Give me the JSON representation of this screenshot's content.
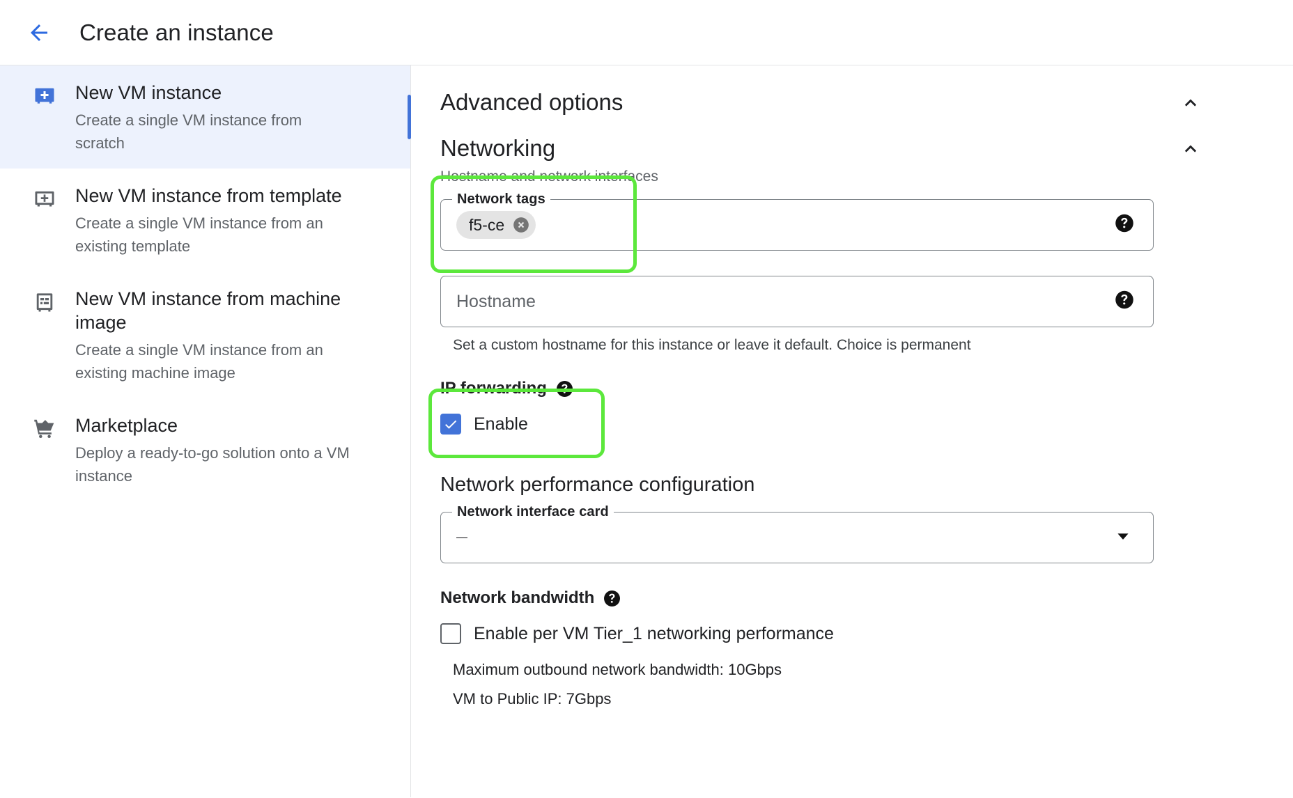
{
  "header": {
    "back_icon": "back-arrow-icon",
    "title": "Create an instance"
  },
  "sidebar": {
    "items": [
      {
        "icon": "new-vm-instance-icon",
        "title": "New VM instance",
        "description": "Create a single VM instance from scratch",
        "selected": true
      },
      {
        "icon": "vm-template-icon",
        "title": "New VM instance from template",
        "description": "Create a single VM instance from an existing template",
        "selected": false
      },
      {
        "icon": "machine-image-icon",
        "title": "New VM instance from machine image",
        "description": "Create a single VM instance from an existing machine image",
        "selected": false
      },
      {
        "icon": "marketplace-cart-icon",
        "title": "Marketplace",
        "description": "Deploy a ready-to-go solution onto a VM instance",
        "selected": false
      }
    ]
  },
  "main": {
    "advanced_options": {
      "title": "Advanced options",
      "chevron": "chevron-up-icon"
    },
    "networking": {
      "title": "Networking",
      "chevron": "chevron-up-icon",
      "caption": "Hostname and network interfaces",
      "network_tags": {
        "legend": "Network tags",
        "chips": [
          "f5-ce"
        ],
        "remove_icon": "remove-chip-icon",
        "help_icon": "help-icon"
      },
      "hostname": {
        "placeholder": "Hostname",
        "value": "",
        "help_icon": "help-icon",
        "helper_text": "Set a custom hostname for this instance or leave it default. Choice is permanent"
      },
      "ip_forwarding": {
        "label": "IP forwarding",
        "help_icon": "help-icon",
        "checkbox_label": "Enable",
        "checked": true
      }
    },
    "network_performance": {
      "title": "Network performance configuration",
      "nic": {
        "legend": "Network interface card",
        "value": "—",
        "caret_icon": "chevron-down-icon"
      },
      "bandwidth": {
        "label": "Network bandwidth",
        "help_icon": "help-icon",
        "checkbox_label": "Enable per VM Tier_1 networking performance",
        "checked": false,
        "info_lines": [
          "Maximum outbound network bandwidth: 10Gbps",
          "VM to Public IP: 7Gbps"
        ]
      }
    }
  },
  "annotations": {
    "color": "#5ce83c",
    "boxes": [
      {
        "name": "network-tags-highlight"
      },
      {
        "name": "ip-forwarding-highlight"
      }
    ]
  }
}
